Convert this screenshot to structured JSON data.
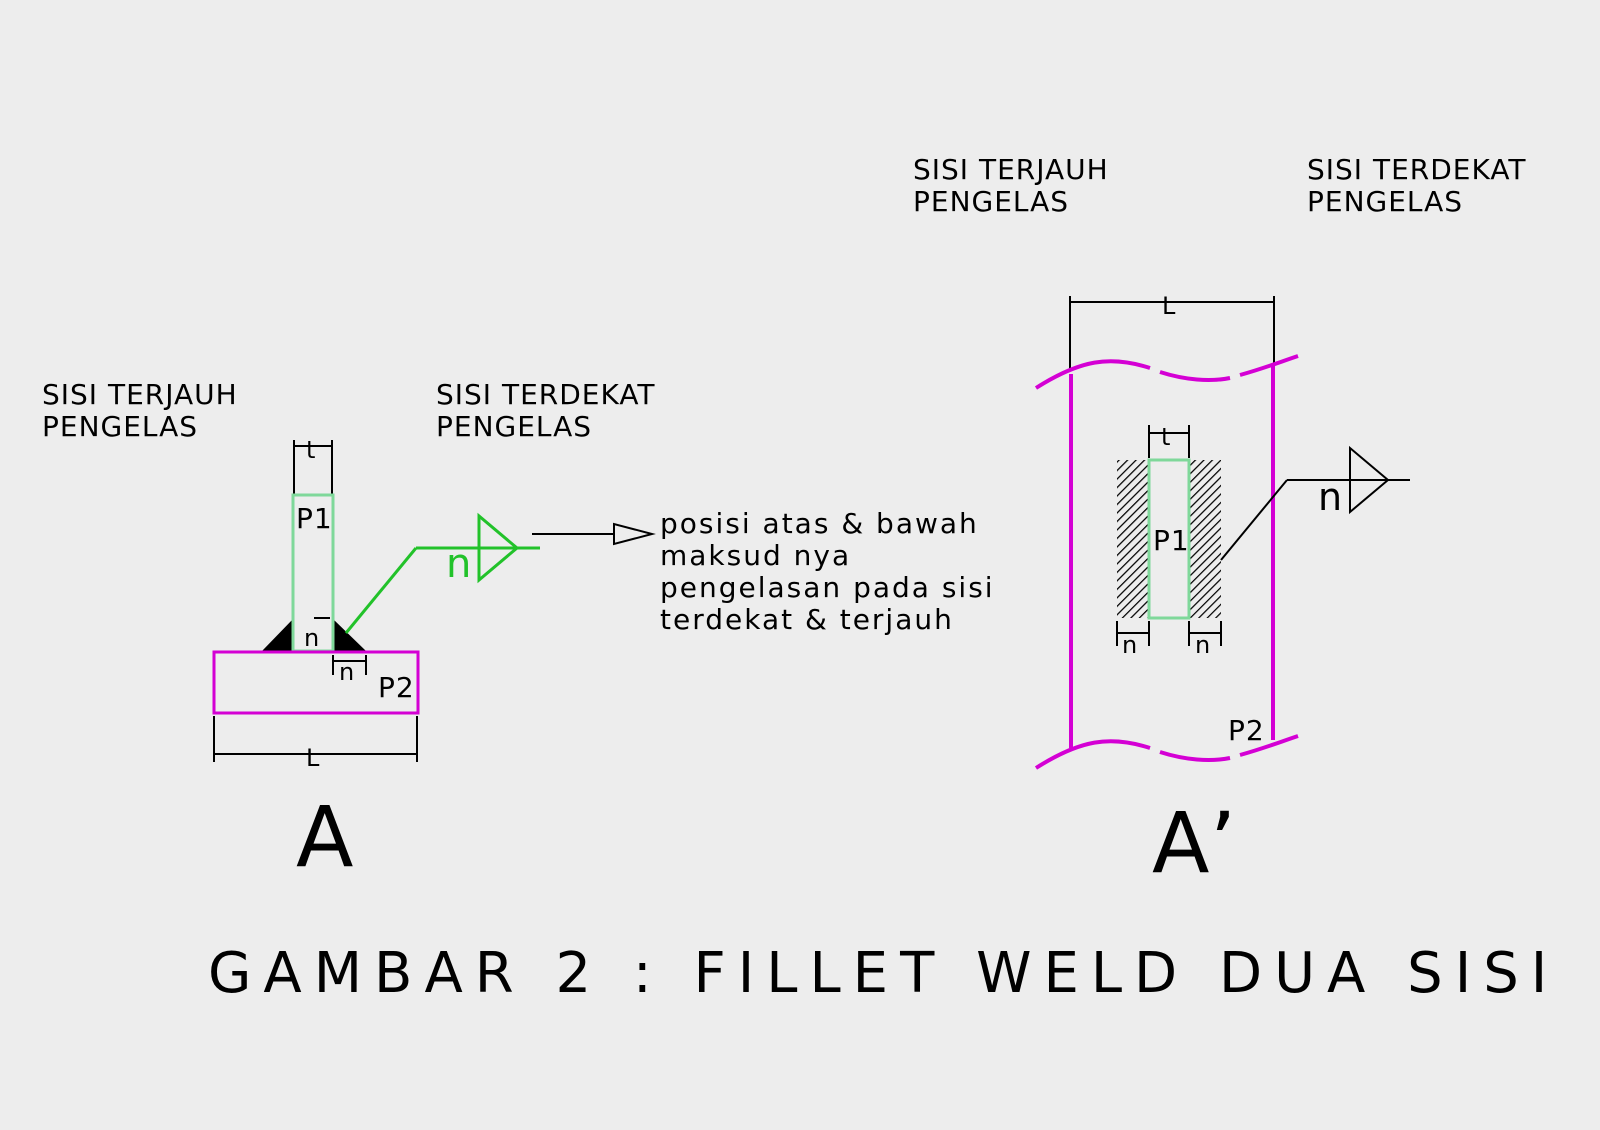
{
  "figure": {
    "title": "GAMBAR 2 : FILLET WELD DUA SISI",
    "view_a": {
      "label": "A",
      "far_side": [
        "SISI TERJAUH",
        "PENGELAS"
      ],
      "near_side": [
        "SISI TERDEKAT",
        "PENGELAS"
      ],
      "plate1": "P1",
      "plate2": "P2",
      "dim_t": "t",
      "dim_n": "n",
      "dim_L": "L",
      "weld_symbol_n": "n"
    },
    "note": [
      "posisi atas & bawah",
      "maksud nya",
      "pengelasan pada sisi",
      "terdekat & terjauh"
    ],
    "view_a_prime": {
      "label": "A’",
      "far_side": [
        "SISI TERJAUH",
        "PENGELAS"
      ],
      "near_side": [
        "SISI TERDEKAT",
        "PENGELAS"
      ],
      "plate1": "P1",
      "plate2": "P2",
      "dim_t": "t",
      "dim_n_left": "n",
      "dim_n_right": "n",
      "dim_L": "L",
      "weld_symbol_n": "n"
    },
    "colors": {
      "background": "#ededed",
      "plate1_outline": "#7fd89a",
      "plate2_outline": "#d400d4",
      "weld_leader": "#22c22a",
      "line": "#000000"
    }
  }
}
